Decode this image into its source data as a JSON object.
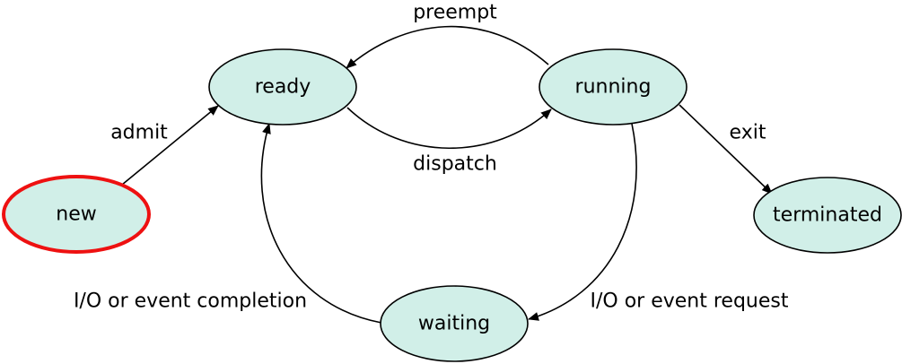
{
  "colors": {
    "state_fill": "#d1efe8",
    "state_stroke": "#000000",
    "initial_stroke": "#ee1111",
    "edge": "#000000"
  },
  "states": {
    "new": "new",
    "ready": "ready",
    "running": "running",
    "waiting": "waiting",
    "terminated": "terminated"
  },
  "transitions": {
    "admit": "admit",
    "preempt": "preempt",
    "dispatch": "dispatch",
    "exit": "exit",
    "io_request": "I/O or event request",
    "io_completion": "I/O or event completion"
  }
}
